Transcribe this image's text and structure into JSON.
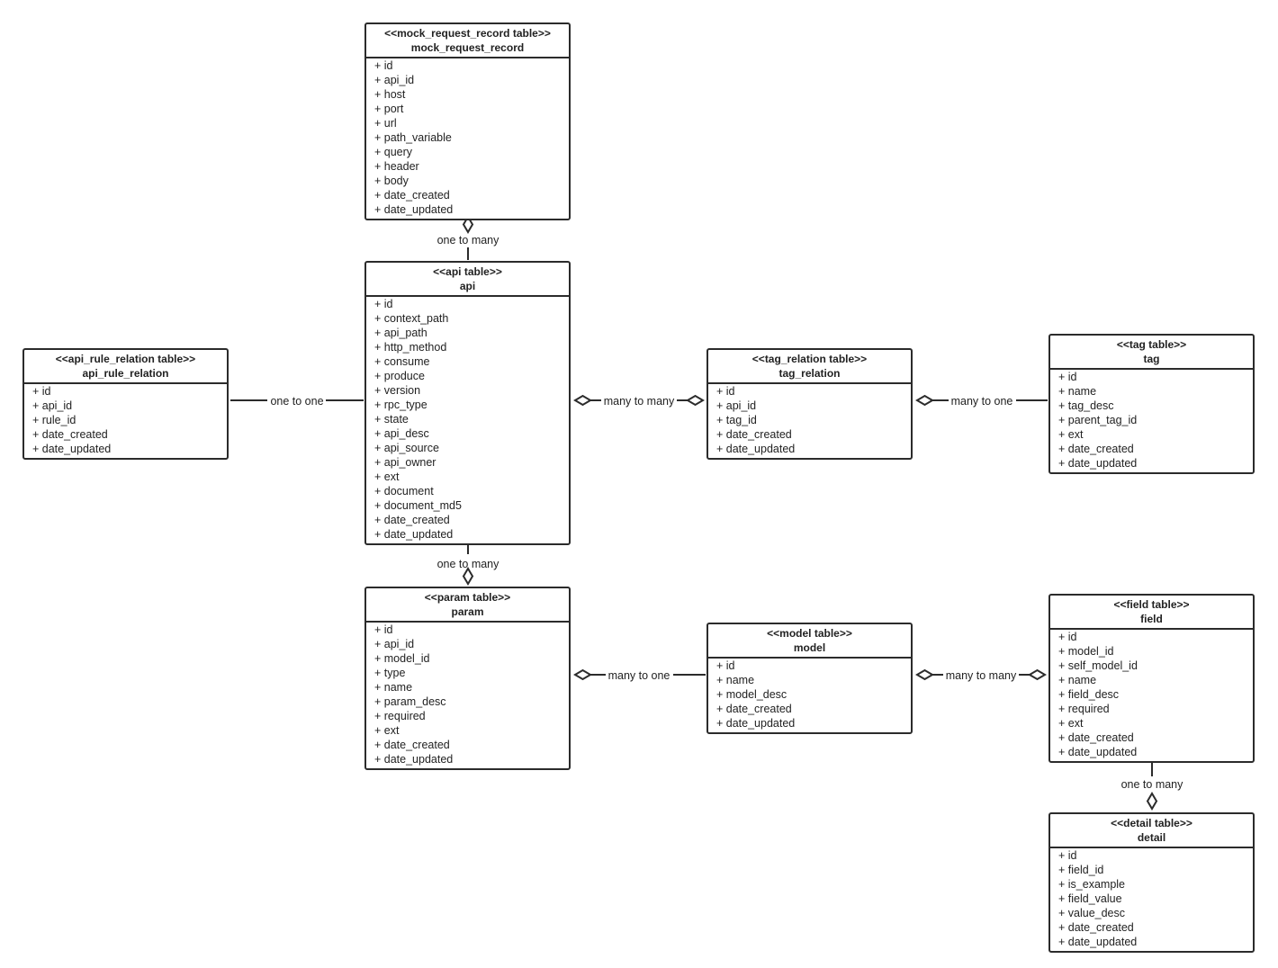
{
  "entities": [
    {
      "key": "mock_request_record",
      "stereotype": "<<mock_request_record table>>",
      "name": "mock_request_record",
      "fields": [
        "+ id",
        "+ api_id",
        "+ host",
        "+ port",
        "+ url",
        "+ path_variable",
        "+ query",
        "+ header",
        "+ body",
        "+ date_created",
        "+ date_updated"
      ]
    },
    {
      "key": "api",
      "stereotype": "<<api table>>",
      "name": "api",
      "fields": [
        "+ id",
        "+ context_path",
        "+ api_path",
        "+ http_method",
        "+ consume",
        "+ produce",
        "+ version",
        "+ rpc_type",
        "+ state",
        "+ api_desc",
        "+ api_source",
        "+ api_owner",
        "+ ext",
        "+ document",
        "+ document_md5",
        "+ date_created",
        "+ date_updated"
      ]
    },
    {
      "key": "api_rule_relation",
      "stereotype": "<<api_rule_relation table>>",
      "name": "api_rule_relation",
      "fields": [
        "+ id",
        "+ api_id",
        "+ rule_id",
        "+ date_created",
        "+ date_updated"
      ]
    },
    {
      "key": "tag_relation",
      "stereotype": "<<tag_relation table>>",
      "name": "tag_relation",
      "fields": [
        "+ id",
        "+ api_id",
        "+ tag_id",
        "+ date_created",
        "+ date_updated"
      ]
    },
    {
      "key": "tag",
      "stereotype": "<<tag table>>",
      "name": "tag",
      "fields": [
        "+ id",
        "+ name",
        "+ tag_desc",
        "+ parent_tag_id",
        "+ ext",
        "+ date_created",
        "+ date_updated"
      ]
    },
    {
      "key": "param",
      "stereotype": "<<param table>>",
      "name": "param",
      "fields": [
        "+ id",
        "+ api_id",
        "+ model_id",
        "+ type",
        "+ name",
        "+ param_desc",
        "+ required",
        "+ ext",
        "+ date_created",
        "+ date_updated"
      ]
    },
    {
      "key": "model",
      "stereotype": "<<model table>>",
      "name": "model",
      "fields": [
        "+ id",
        "+ name",
        "+ model_desc",
        "+ date_created",
        "+ date_updated"
      ]
    },
    {
      "key": "field",
      "stereotype": "<<field table>>",
      "name": "field",
      "fields": [
        "+ id",
        "+ model_id",
        "+ self_model_id",
        "+ name",
        "+ field_desc",
        "+ required",
        "+ ext",
        "+ date_created",
        "+ date_updated"
      ]
    },
    {
      "key": "detail",
      "stereotype": "<<detail table>>",
      "name": "detail",
      "fields": [
        "+ id",
        "+ field_id",
        "+ is_example",
        "+ field_value",
        "+ value_desc",
        "+ date_created",
        "+ date_updated"
      ]
    }
  ],
  "relations": [
    {
      "key": "mock-api",
      "label": "one to many"
    },
    {
      "key": "api-param",
      "label": "one to many"
    },
    {
      "key": "rule-api",
      "label": "one to one"
    },
    {
      "key": "api-tagrel",
      "label": "many to many"
    },
    {
      "key": "tagrel-tag",
      "label": "many to one"
    },
    {
      "key": "param-model",
      "label": "many to one"
    },
    {
      "key": "model-field",
      "label": "many to many"
    },
    {
      "key": "field-detail",
      "label": "one to many"
    }
  ]
}
